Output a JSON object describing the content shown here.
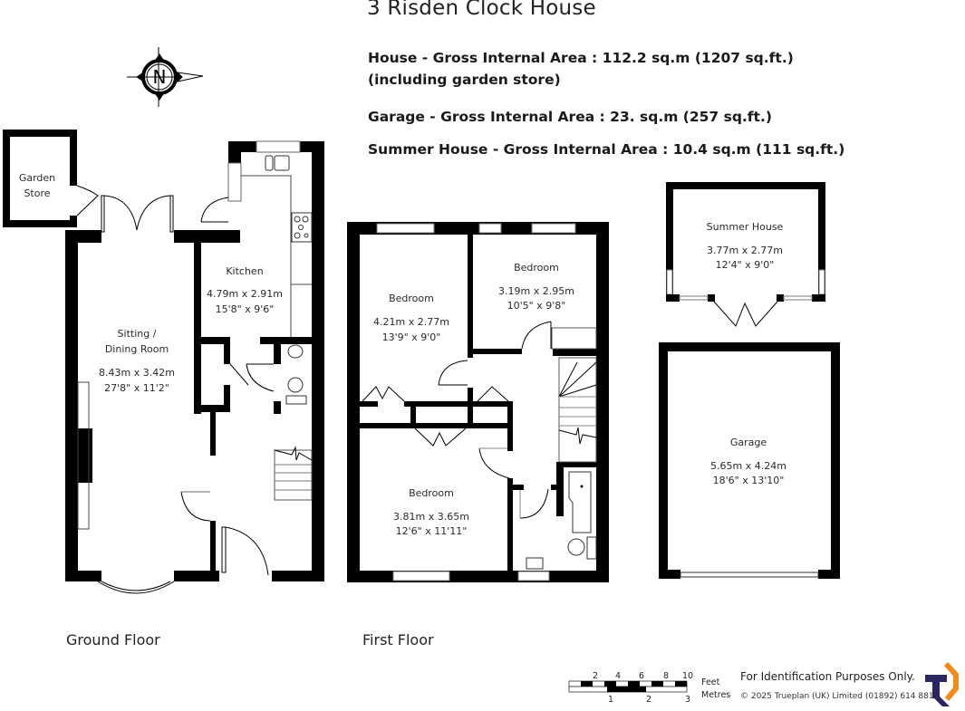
{
  "header": {
    "title": "3 Risden Clock House"
  },
  "areas": [
    {
      "label": "House - Gross Internal Area  :  112.2 sq.m   (1207 sq.ft.)"
    },
    {
      "label": "(including garden store)"
    },
    {
      "label": "Garage - Gross Internal Area  :  23. sq.m   (257 sq.ft.)"
    },
    {
      "label": "Summer House - Gross Internal Area  :  10.4 sq.m   (111 sq.ft.)"
    }
  ],
  "compass": {
    "icon": "north-compass-icon",
    "letter": "N"
  },
  "ground_floor": {
    "label": "Ground Floor",
    "rooms": [
      {
        "name": "Garden",
        "name2": "Store",
        "metric": "",
        "imperial": ""
      },
      {
        "name": "Kitchen",
        "metric": "4.79m  x  2.91m",
        "imperial": "15'8\"  x  9'6\""
      },
      {
        "name": "Sitting /",
        "name2": "Dining Room",
        "metric": "8.43m  x  3.42m",
        "imperial": "27'8\"  x  11'2\""
      }
    ]
  },
  "first_floor": {
    "label": "First Floor",
    "rooms": [
      {
        "name": "Bedroom",
        "metric": "4.21m  x  2.77m",
        "imperial": "13'9\"  x  9'0\""
      },
      {
        "name": "Bedroom",
        "metric": "3.19m  x  2.95m",
        "imperial": "10'5\"  x  9'8\""
      },
      {
        "name": "Bedroom",
        "metric": "3.81m  x  3.65m",
        "imperial": "12'6\"  x  11'11\""
      }
    ]
  },
  "outbuildings": [
    {
      "name": "Summer House",
      "metric": "3.77m  x  2.77m",
      "imperial": "12'4\"  x  9'0\""
    },
    {
      "name": "Garage",
      "metric": "5.65m  x  4.24m",
      "imperial": "18'6\"  x  13'10\""
    }
  ],
  "scale_bar": {
    "feet_ticks": [
      "2",
      "4",
      "6",
      "8",
      "10"
    ],
    "metre_ticks": [
      "1",
      "2",
      "3"
    ],
    "feet_label": "Feet",
    "metres_label": "Metres"
  },
  "footer": {
    "disclaimer": "For Identification Purposes Only.",
    "copyright": "©  2025 Trueplan (UK) Limited  (01892) 614 881",
    "logo_colors": {
      "primary": "#2b2660",
      "accent": "#f28a1c"
    }
  },
  "colors": {
    "wall": "#000000",
    "line": "#333333",
    "background": "#ffffff"
  }
}
